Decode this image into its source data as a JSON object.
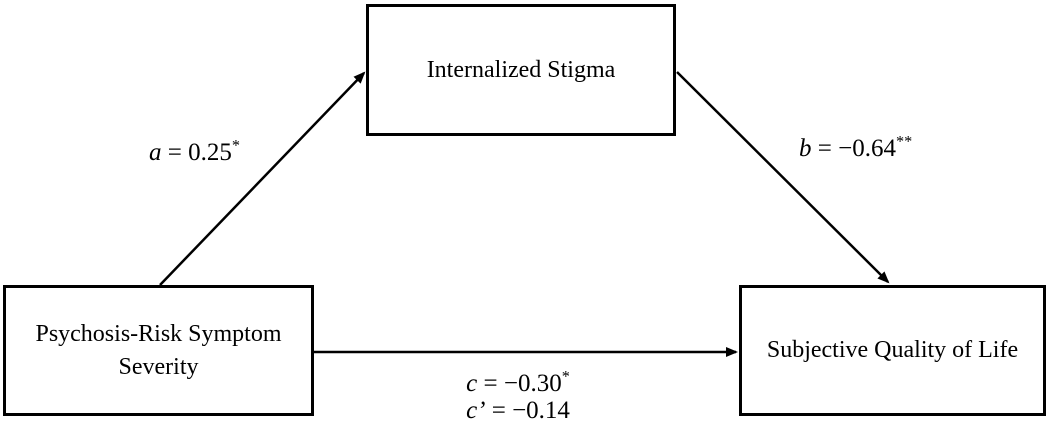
{
  "diagram": {
    "type": "mediation-path-model",
    "background_color": "#ffffff",
    "line_color": "#000000",
    "nodes": {
      "mediator": {
        "label": "Internalized Stigma"
      },
      "predictor": {
        "label": "Psychosis-Risk Symptom Severity"
      },
      "outcome": {
        "label": "Subjective Quality of Life"
      }
    },
    "paths": {
      "a": {
        "variable": "a",
        "rest": " = 0.25",
        "sig": "*",
        "from": "predictor",
        "to": "mediator"
      },
      "b": {
        "variable": "b",
        "rest": " = −0.64",
        "sig": "**",
        "from": "mediator",
        "to": "outcome"
      },
      "c": {
        "variable": "c",
        "rest": " = −0.30",
        "sig": "*",
        "from": "predictor",
        "to": "outcome"
      },
      "c_prime": {
        "variable": "c’",
        "rest": " = −0.14",
        "sig": "",
        "from": "predictor",
        "to": "outcome"
      }
    }
  }
}
